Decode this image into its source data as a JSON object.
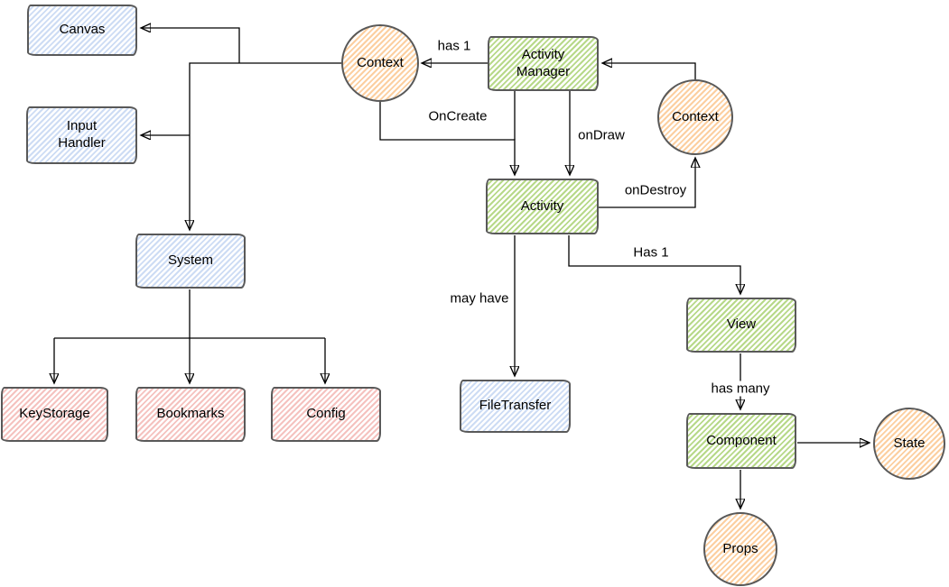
{
  "diagram": {
    "title": "",
    "nodes": {
      "canvas": {
        "label": "Canvas",
        "shape": "rect",
        "palette": "blue"
      },
      "input_handler": {
        "label": "Input Handler",
        "shape": "rect",
        "palette": "blue"
      },
      "system": {
        "label": "System",
        "shape": "rect",
        "palette": "blue"
      },
      "key_storage": {
        "label": "KeyStorage",
        "shape": "rect",
        "palette": "red"
      },
      "bookmarks": {
        "label": "Bookmarks",
        "shape": "rect",
        "palette": "red"
      },
      "config": {
        "label": "Config",
        "shape": "rect",
        "palette": "red"
      },
      "context_left": {
        "label": "Context",
        "shape": "circle",
        "palette": "orange"
      },
      "activity_manager": {
        "label": "Activity Manager",
        "shape": "rect",
        "palette": "green"
      },
      "context_right": {
        "label": "Context",
        "shape": "circle",
        "palette": "orange"
      },
      "activity": {
        "label": "Activity",
        "shape": "rect",
        "palette": "green"
      },
      "file_transfer": {
        "label": "FileTransfer",
        "shape": "rect",
        "palette": "blue"
      },
      "view": {
        "label": "View",
        "shape": "rect",
        "palette": "green"
      },
      "component": {
        "label": "Component",
        "shape": "rect",
        "palette": "green"
      },
      "state": {
        "label": "State",
        "shape": "circle",
        "palette": "orange"
      },
      "props": {
        "label": "Props",
        "shape": "circle",
        "palette": "orange"
      }
    },
    "edge_labels": {
      "has_1_context": "has 1",
      "on_create": "OnCreate",
      "on_draw": "onDraw",
      "on_destroy": "onDestroy",
      "has_1_view": "Has 1",
      "may_have": "may have",
      "has_many": "has many"
    },
    "colors": {
      "blue": "#cddcf4",
      "green": "#b7d989",
      "red": "#f5c2bf",
      "orange": "#fccfa0",
      "border": "#595959",
      "line": "#000000"
    }
  }
}
